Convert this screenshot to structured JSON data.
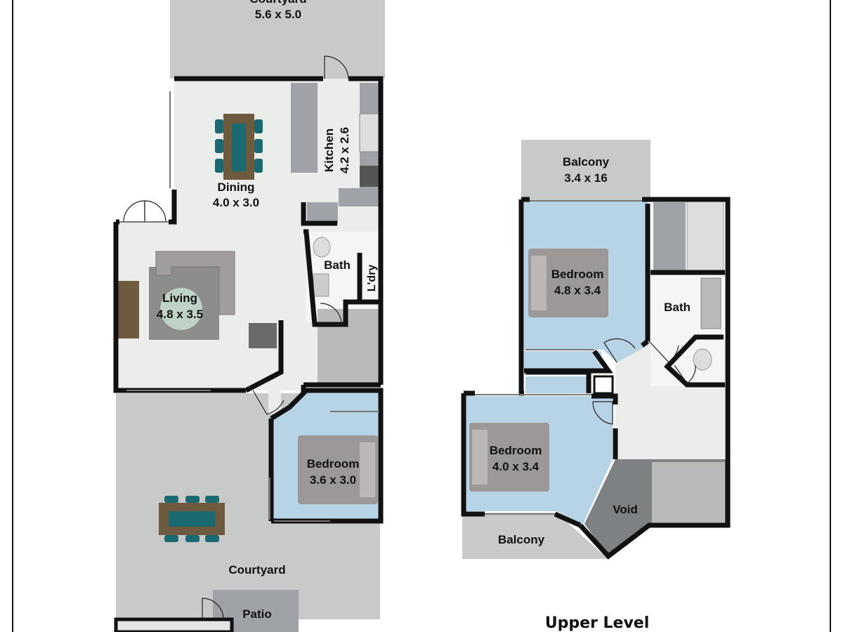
{
  "colors": {
    "floor": "#ebedea",
    "outdoor": "#c8c9c9",
    "bedroom": "#b7d3e6",
    "stair": "#b9baba",
    "void": "#7e8183",
    "wall": "#111111",
    "furniture_grey": "#9c9898",
    "teal": "#1b6a72",
    "wood": "#6e5a3f",
    "counter": "#9fa2a6"
  },
  "ground": {
    "courtyard_top": {
      "name": "Courtyard",
      "size": "5.6 x 5.0"
    },
    "dining": {
      "name": "Dining",
      "size": "4.0 x 3.0"
    },
    "kitchen": {
      "name": "Kitchen",
      "size": "4.2 x 2.6"
    },
    "living": {
      "name": "Living",
      "size": "4.8 x 3.5"
    },
    "bath": {
      "name": "Bath"
    },
    "laundry": {
      "name": "L'dry"
    },
    "bedroom": {
      "name": "Bedroom",
      "size": "3.6 x 3.0"
    },
    "courtyard_bottom": {
      "name": "Courtyard"
    },
    "patio": {
      "name": "Patio"
    }
  },
  "upper": {
    "title": "Upper Level",
    "balcony_top": {
      "name": "Balcony",
      "size": "3.4 x 16"
    },
    "bedroom1": {
      "name": "Bedroom",
      "size": "4.8 x 3.4"
    },
    "bath": {
      "name": "Bath"
    },
    "bedroom2": {
      "name": "Bedroom",
      "size": "4.0 x 3.4"
    },
    "void": {
      "name": "Void"
    },
    "balcony_bottom": {
      "name": "Balcony"
    }
  }
}
